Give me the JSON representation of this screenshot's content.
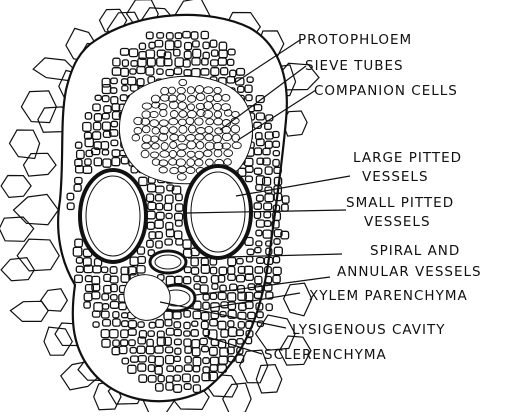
{
  "labels": {
    "protophloem": "PROTOPHLOEM",
    "sieve_tubes": "SIEVE TUBES",
    "companion_cells": "COMPANION CELLS",
    "large_pitted_vessels_1": "LARGE PITTED",
    "large_pitted_vessels_2": "VESSELS",
    "small_pitted_vessels_1": "SMALL PITTED",
    "small_pitted_vessels_2": "VESSELS",
    "spiral_annular_1": "SPIRAL AND",
    "spiral_annular_2": "ANNULAR VESSELS",
    "xylem_parenchyma": "XYLEM PARENCHYMA",
    "lysigenous_cavity": "LYSIGENOUS CAVITY",
    "sclerenchyma": "SCLERENCHYMA"
  },
  "colors": {
    "ink": "#111111",
    "paper": "#ffffff"
  }
}
